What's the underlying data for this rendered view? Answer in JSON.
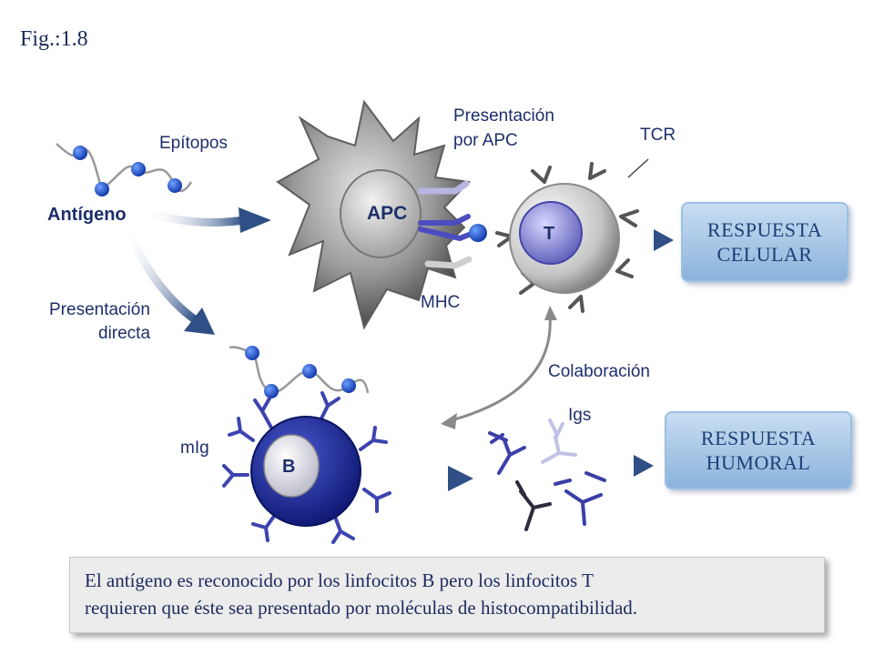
{
  "figure_label": "Fig.:1.8",
  "labels": {
    "epitopos": "Epítopos",
    "antigeno": "Antígeno",
    "presentacion_apc_1": "Presentación",
    "presentacion_apc_2": "por APC",
    "tcr": "TCR",
    "apc": "APC",
    "t_cell": "T",
    "mhc": "MHC",
    "presentacion_directa_1": "Presentación",
    "presentacion_directa_2": "directa",
    "colaboracion": "Colaboración",
    "igs": "Igs",
    "mig": "mIg",
    "b_cell": "B"
  },
  "responses": {
    "celular_1": "RESPUESTA",
    "celular_2": "CELULAR",
    "humoral_1": "RESPUESTA",
    "humoral_2": "HUMORAL"
  },
  "caption": {
    "line1": "El antígeno es reconocido por los linfocitos B pero los linfocitos T",
    "line2": "requieren que éste sea presentado por moléculas de histocompatibilidad."
  },
  "colors": {
    "dark_blue": "#1f2f8a",
    "epitope_blue": "#1a4fd0",
    "antibody_purple": "#3b3fa8",
    "box_blue": "#8bb3dc",
    "apc_gray": "#9a9a9a"
  }
}
